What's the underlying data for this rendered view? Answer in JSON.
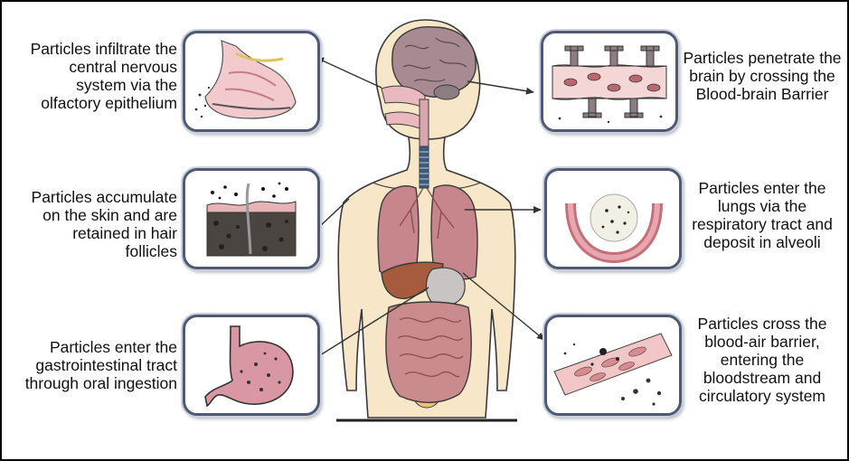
{
  "colors": {
    "skin": "#f7e6c8",
    "skin_outline": "#3a3a3a",
    "brain": "#a88a92",
    "lung": "#c6868b",
    "liver": "#a65a3e",
    "intestine": "#c98b8d",
    "card_border": "#4e5a74",
    "tissue_pink": "#f4d6d6",
    "trachea": "#3e5b77"
  },
  "captions": {
    "olfactory": "Particles infiltrate the\ncentral nervous\nsystem via the\nolfactory epithelium",
    "skin": "Particles accumulate\non the skin and are\nretained in hair\nfollicles",
    "gi": "Particles enter the\ngastrointestinal tract\nthrough oral ingestion",
    "bbb": "Particles penetrate the\nbrain by crossing the\nBlood-brain Barrier",
    "lungs": "Particles enter the\nlungs via the\nrespiratory tract and\ndeposit in alveoli",
    "blood": "Particles cross the\nblood-air barrier,\nentering the\nbloodstream and\ncirculatory system"
  },
  "icons": {
    "olfactory": "nasal-cavity-icon",
    "skin": "skin-hair-follicle-icon",
    "gi": "stomach-icon",
    "bbb": "blood-brain-barrier-icon",
    "lungs": "alveolus-icon",
    "blood": "blood-vessel-icon"
  }
}
